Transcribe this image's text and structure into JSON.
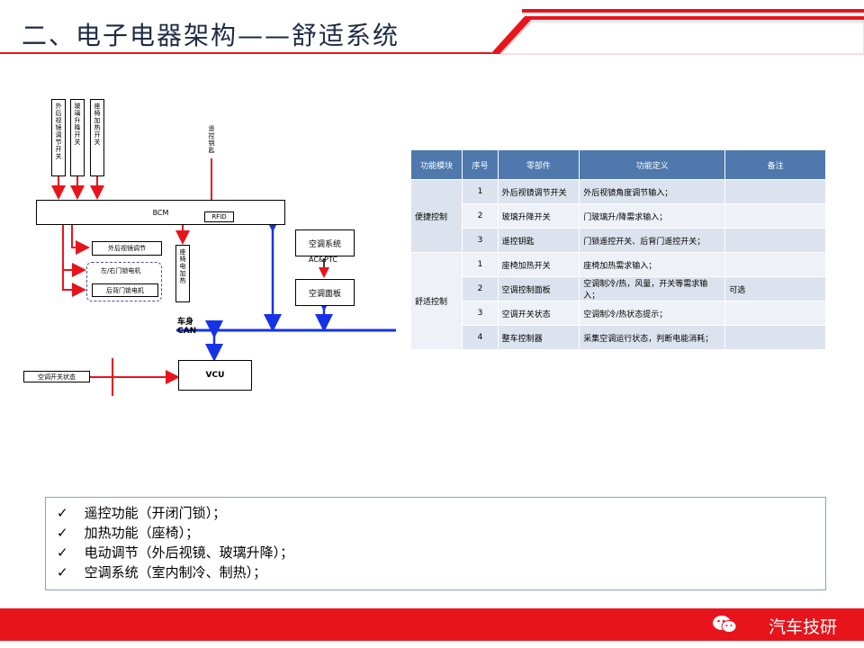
{
  "page": {
    "title": "二、电子电器架构——舒适系统"
  },
  "diagram": {
    "input_switches": [
      "外后视镜调节开关",
      "玻璃升降开关",
      "座椅加热开关"
    ],
    "remote_key": "遥控钥匙",
    "bcm_label": "BCM",
    "rfid_label": "RFID",
    "outputs": {
      "mirror_motor": "外后视镜调节",
      "door_motor_left_right": "左/右门锁电机",
      "door_motor_rear": "后背门锁电机",
      "seat_heater": "座椅电加热"
    },
    "ac_system": "空调系统",
    "ac_ptc": "AC&PTC",
    "ac_panel": "空调面板",
    "can_label": "车身\nCAN",
    "vcu_label": "VCU",
    "ac_switch_state": "空调开关状态"
  },
  "table": {
    "headers": [
      "功能模块",
      "序号",
      "零部件",
      "功能定义",
      "备注"
    ],
    "groups": [
      {
        "name": "便捷控制",
        "rows": [
          {
            "no": "1",
            "part": "外后视镜调节开关",
            "def": "外后视镜角度调节输入；",
            "note": ""
          },
          {
            "no": "2",
            "part": "玻璃升降开关",
            "def": "门玻璃升/降需求输入；",
            "note": ""
          },
          {
            "no": "3",
            "part": "遥控钥匙",
            "def": "门锁遥控开关、后背门遥控开关；",
            "note": ""
          }
        ]
      },
      {
        "name": "舒适控制",
        "rows": [
          {
            "no": "1",
            "part": "座椅加热开关",
            "def": "座椅加热需求输入；",
            "note": ""
          },
          {
            "no": "2",
            "part": "空调控制面板",
            "def": "空调制冷/热，风量，开关等需求输入；",
            "note": "可选"
          },
          {
            "no": "3",
            "part": "空调开关状态",
            "def": "空调制冷/热状态提示；",
            "note": ""
          },
          {
            "no": "4",
            "part": "整车控制器",
            "def": "采集空调运行状态，判断电能消耗；",
            "note": ""
          }
        ]
      }
    ]
  },
  "bullets": [
    "遥控功能（开闭门锁）；",
    "加热功能（座椅）；",
    "电动调节（外后视镜、玻璃升降）；",
    "空调系统（室内制冷、制热）；"
  ],
  "footer": {
    "brand": "汽车技研"
  },
  "colors": {
    "red": "#e8141b",
    "blue": "#1433e6",
    "table_header": "#4f78ad"
  }
}
